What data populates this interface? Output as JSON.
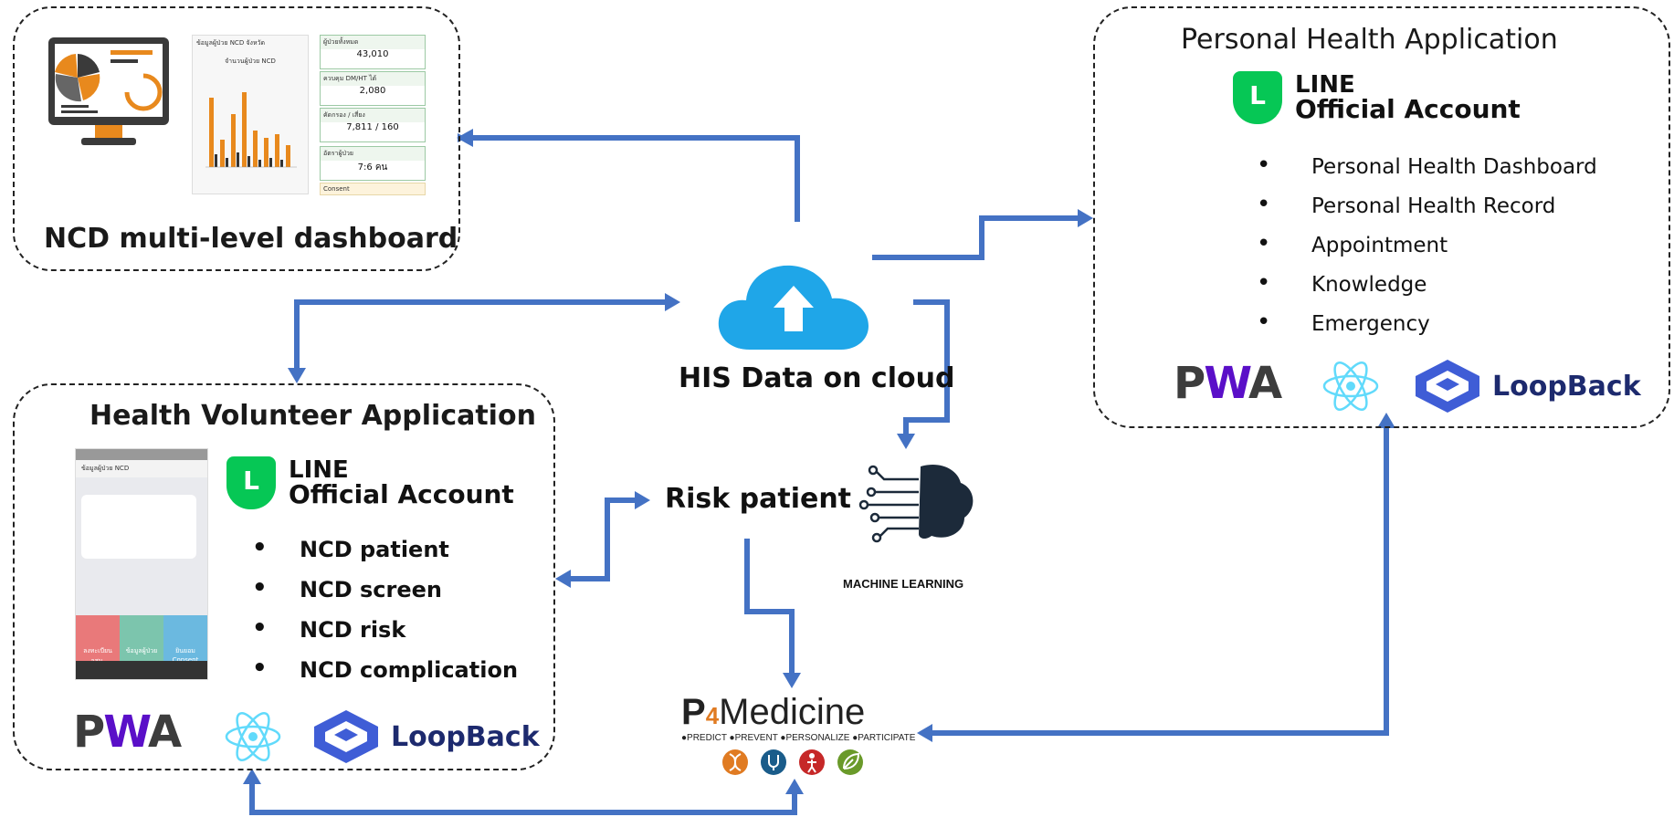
{
  "dashboard_panel": {
    "title": "NCD multi-level dashboard",
    "screenshot": {
      "header": "ข้อมูลผู้ป่วย NCD จังหวัด",
      "chart_title": "จำนวนผู้ป่วย NCD",
      "stats": [
        {
          "label": "ผู้ป่วยทั้งหมด",
          "value": "43,010"
        },
        {
          "label": "ควบคุม DM/HT ได้",
          "value": "2,080"
        },
        {
          "label": "คัดกรอง / เสี่ยง",
          "value": "7,811 / 160"
        },
        {
          "label": "อัตราผู้ป่วย",
          "value": "7:6 คน"
        },
        {
          "label": "Consent",
          "value": ""
        }
      ]
    }
  },
  "personal_panel": {
    "title": "Personal Health Application",
    "line": {
      "t1": "LINE",
      "t2": "Official Account"
    },
    "features": [
      "Personal Health Dashboard",
      "Personal Health Record",
      "Appointment",
      "Knowledge",
      "Emergency"
    ],
    "pwa": {
      "p": "P",
      "w": "W",
      "a": "A"
    },
    "loopback": "LoopBack"
  },
  "volunteer_panel": {
    "title": "Health Volunteer Application",
    "line": {
      "t1": "LINE",
      "t2": "Official Account"
    },
    "features": [
      "NCD patient",
      "NCD screen",
      "NCD risk",
      "NCD complication"
    ],
    "phone": {
      "header": "ข้อมูลผู้ป่วย NCD",
      "tabs": [
        "ลงทะเบียน อสม.",
        "ข้อมูลผู้ป่วย",
        "ยินยอม Consent"
      ]
    },
    "pwa": {
      "p": "P",
      "w": "W",
      "a": "A"
    },
    "loopback": "LoopBack"
  },
  "cloud": {
    "label": "HIS Data on cloud",
    "color": "#1fa6e8"
  },
  "risk": {
    "label": "Risk patient"
  },
  "ml": {
    "label": "MACHINE LEARNING"
  },
  "p4": {
    "p": "P",
    "n": "4",
    "word": "Medicine",
    "sub": "●PREDICT ●PREVENT ●PERSONALIZE ●PARTICIPATE",
    "icons": [
      "dna-icon",
      "stethoscope-icon",
      "person-icon",
      "leaf-icon"
    ],
    "icon_colors": [
      "#e07b22",
      "#1a5c8a",
      "#c62828",
      "#6a9a2a"
    ]
  },
  "colors": {
    "arrow": "#4472c4",
    "line_green": "#06C755"
  }
}
